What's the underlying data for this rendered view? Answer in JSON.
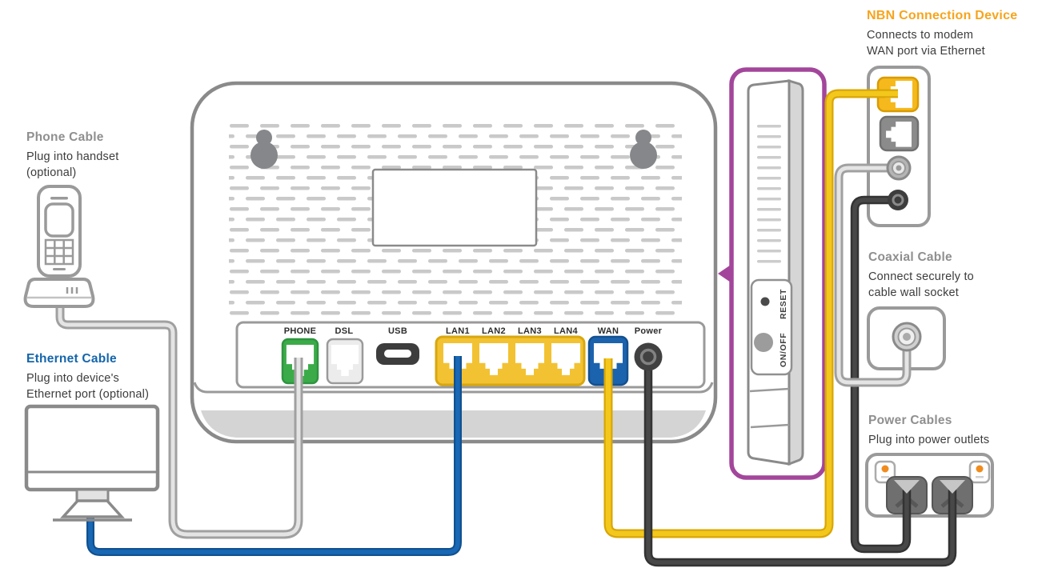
{
  "colors": {
    "accent_orange": "#F7A41C",
    "accent_blue": "#1465AC",
    "callout_purple": "#A3469B",
    "heading_gray": "#8F8F8F",
    "body_text": "#3C3C3C",
    "port_green": "#3BAB49",
    "port_yellow": "#F2C232",
    "port_blue": "#1C63AE",
    "cable_gray": "#B9B9B9",
    "cable_yellow": "#F3C71C",
    "cable_blue": "#1565AE",
    "cable_dark": "#3E3E3E"
  },
  "annotations": {
    "phone_cable": {
      "title": "Phone Cable",
      "lines": [
        "Plug into handset",
        "(optional)"
      ]
    },
    "ethernet_cable": {
      "title": "Ethernet Cable",
      "lines": [
        "Plug into device's",
        "Ethernet port (optional)"
      ]
    },
    "nbn_device": {
      "title": "NBN Connection Device",
      "lines": [
        "Connects to modem",
        "WAN port via Ethernet"
      ]
    },
    "coaxial_cable": {
      "title": "Coaxial Cable",
      "lines": [
        "Connect securely to",
        "cable wall socket"
      ]
    },
    "power_cables": {
      "title": "Power Cables",
      "lines": [
        "Plug into power outlets"
      ]
    }
  },
  "modem": {
    "ports": [
      {
        "label": "PHONE"
      },
      {
        "label": "DSL"
      },
      {
        "label": "USB"
      },
      {
        "label": "LAN1"
      },
      {
        "label": "LAN2"
      },
      {
        "label": "LAN3"
      },
      {
        "label": "LAN4"
      },
      {
        "label": "WAN"
      },
      {
        "label": "Power"
      }
    ],
    "side_panel": {
      "power_switch": "ON/OFF",
      "reset_button": "RESET"
    }
  }
}
